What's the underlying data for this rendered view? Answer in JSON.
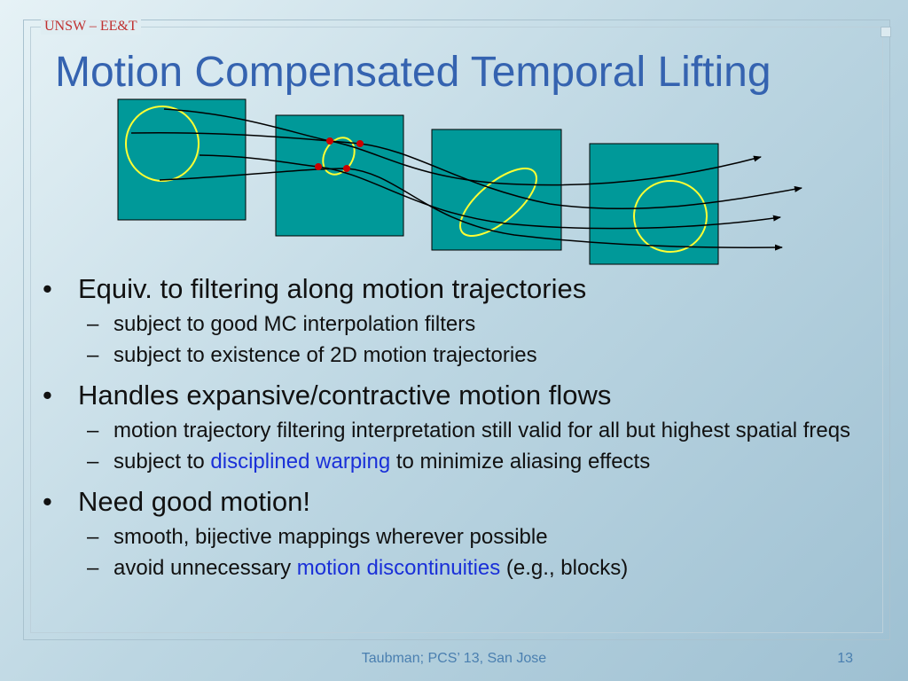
{
  "header_tag": "UNSW – EE&T",
  "title": "Motion Compensated Temporal Lifting",
  "bullets": [
    {
      "text": "Equiv. to filtering along motion trajectories",
      "subs": [
        {
          "text": "subject to good MC interpolation filters"
        },
        {
          "text": "subject to existence of 2D motion trajectories"
        }
      ]
    },
    {
      "text": "Handles expansive/contractive motion flows",
      "subs": [
        {
          "text": "motion trajectory filtering interpretation still valid for all but highest spatial freqs"
        },
        {
          "pre": "subject to ",
          "link": "disciplined warping",
          "post": " to minimize aliasing effects"
        }
      ]
    },
    {
      "text": "Need good motion!",
      "subs": [
        {
          "text": "smooth, bijective mappings wherever possible"
        },
        {
          "pre": "avoid unnecessary ",
          "link": "motion discontinuities",
          "post": " (e.g., blocks)"
        }
      ]
    }
  ],
  "bullet_marker": "•",
  "sub_marker": "–",
  "footer": "Taubman; PCS’ 13, San Jose",
  "page_number": "13",
  "colors": {
    "frame_fill": "#009999",
    "object_outline": "#ffff33",
    "sample_point": "#cc0000",
    "title": "#3563b0",
    "link": "#1a30d8"
  }
}
